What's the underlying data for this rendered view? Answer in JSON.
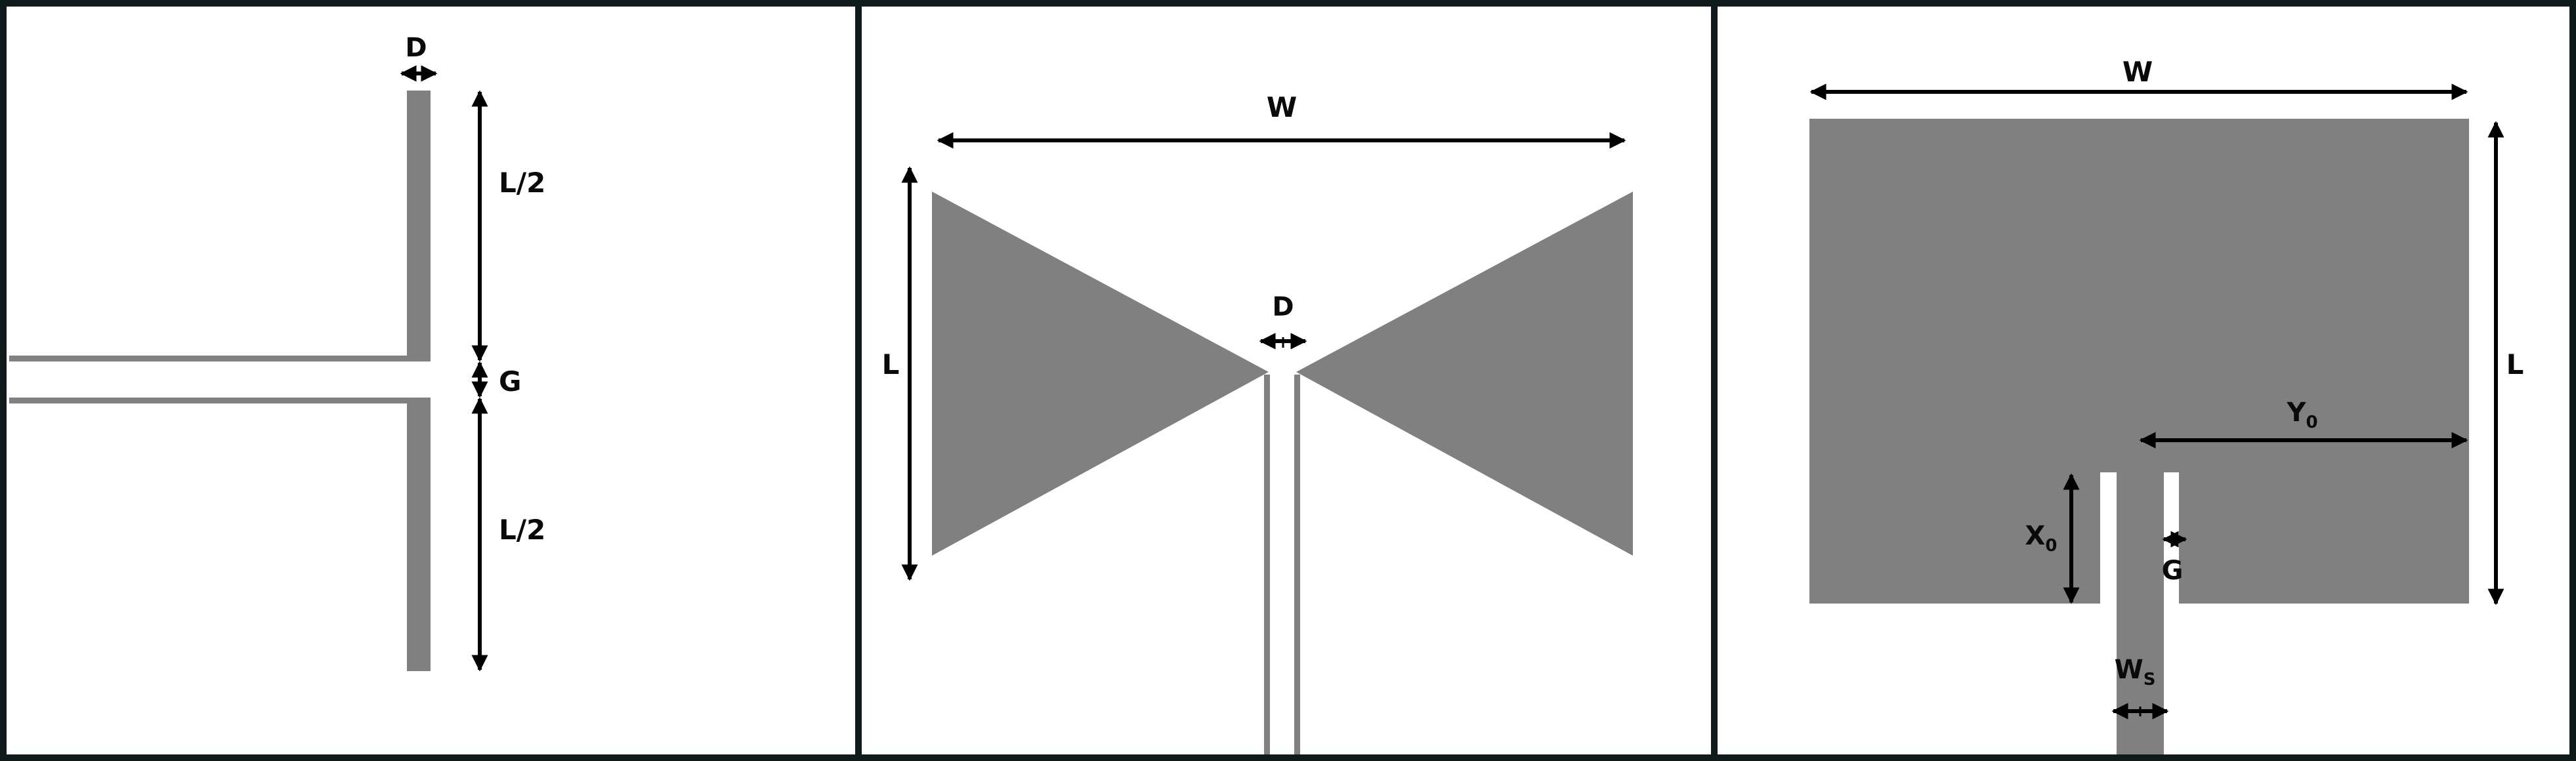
{
  "colors": {
    "frame": "#0f1a1a",
    "shape": "#808080",
    "background": "#ffffff",
    "dimension": "#000000"
  },
  "panels": {
    "dipole": {
      "label_d": "D",
      "label_l_top": "L/2",
      "label_g": "G",
      "label_l_bottom": "L/2"
    },
    "bowtie": {
      "label_w": "W",
      "label_l": "L",
      "label_d": "D"
    },
    "patch": {
      "label_w": "W",
      "label_l": "L",
      "label_y0_main": "Y",
      "label_y0_sub": "0",
      "label_x0_main": "X",
      "label_x0_sub": "0",
      "label_g": "G",
      "label_ws_main": "W",
      "label_ws_sub": "S"
    }
  }
}
